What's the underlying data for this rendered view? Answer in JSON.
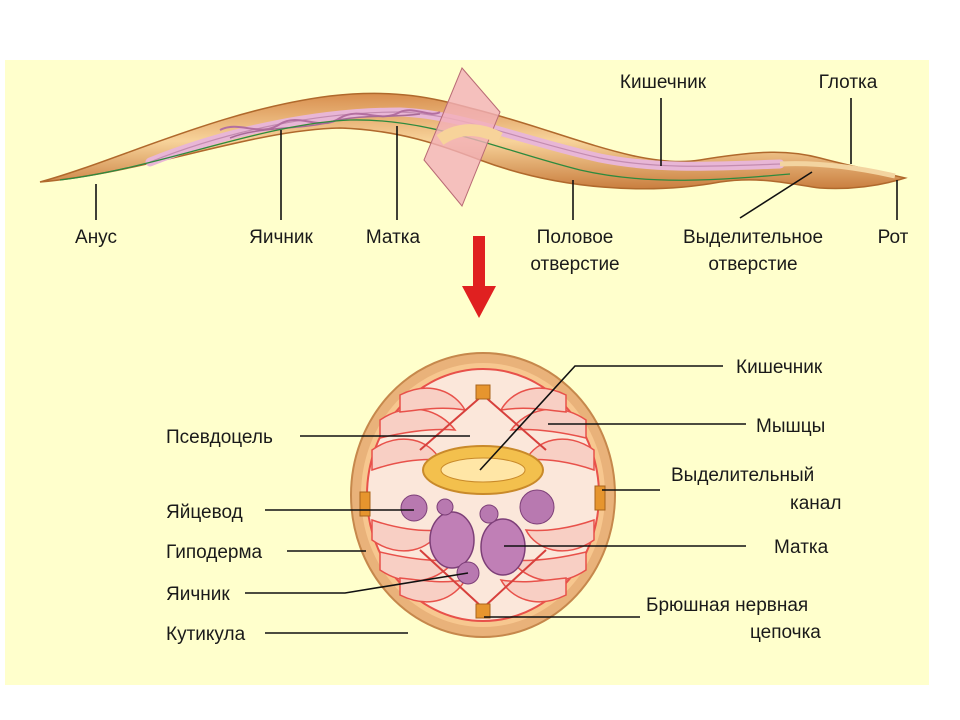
{
  "colors": {
    "background": "#ffffcc",
    "body_outer": "#e0a56a",
    "body_inner": "#f6cf92",
    "intestine": "#e8b6d6",
    "muscle": "#e8514a",
    "pseudocoel": "#fff7ee",
    "arrow": "#e02020"
  },
  "worm_labels": {
    "anus": "Анус",
    "ovary": "Яичник",
    "uterus": "Матка",
    "genital_1": "Половое",
    "genital_2": "отверстие",
    "excretory_1": "Выделительное",
    "excretory_2": "отверстие",
    "mouth": "Рот",
    "intestine": "Кишечник",
    "pharynx": "Глотка"
  },
  "section_labels": {
    "intestine": "Кишечник",
    "muscles": "Мышцы",
    "excretory_canal_1": "Выделительный",
    "excretory_canal_2": "канал",
    "uterus": "Матка",
    "nerve_cord_1": "Брюшная нервная",
    "nerve_cord_2": "цепочка",
    "pseudocoel": "Псевдоцель",
    "oviduct": "Яйцевод",
    "hypodermis": "Гиподерма",
    "ovary": "Яичник",
    "cuticle": "Кутикула"
  }
}
